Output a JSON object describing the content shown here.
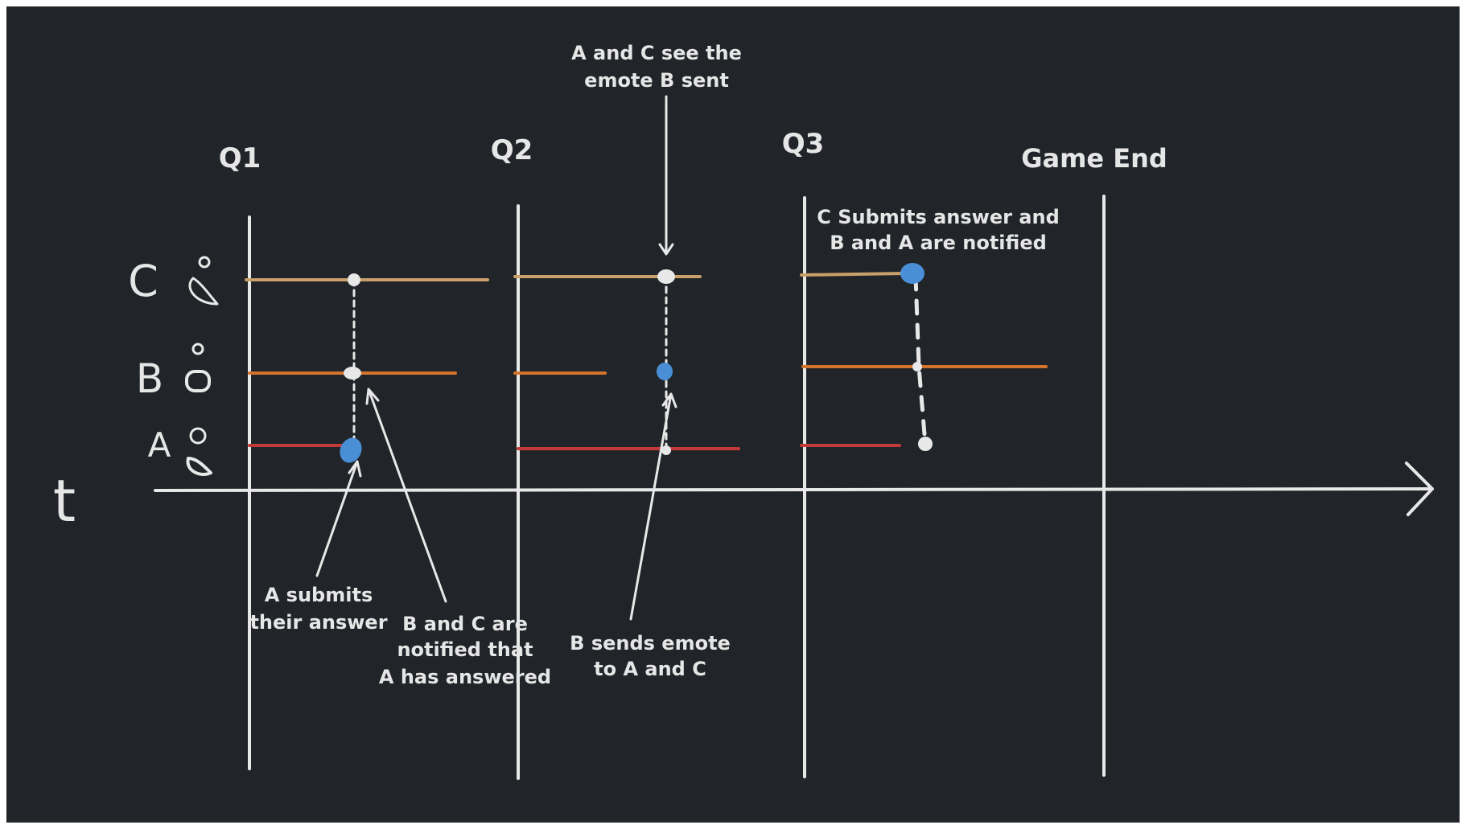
{
  "columns": [
    {
      "label": "Q1"
    },
    {
      "label": "Q2"
    },
    {
      "label": "Q3"
    },
    {
      "label": "Game End"
    }
  ],
  "players": [
    {
      "label": "C",
      "color": "#c9a06a"
    },
    {
      "label": "B",
      "color": "#d4742c"
    },
    {
      "label": "A",
      "color": "#c23a3a"
    }
  ],
  "axis_label": "t",
  "colors": {
    "background": "#212428",
    "ink": "#e8e8e8",
    "submit_dot": "#4a8fd6"
  },
  "annotations": {
    "a_submits": [
      "A submits",
      "their answer"
    ],
    "b_c_notified": [
      "B and C are",
      "notified that",
      "A has answered"
    ],
    "b_sends_emote": [
      "B sends emote",
      "to A and C"
    ],
    "a_c_see_emote": [
      "A and C see the",
      "emote B sent"
    ],
    "c_submits": [
      "C Submits answer and",
      "B and A are notified"
    ]
  }
}
